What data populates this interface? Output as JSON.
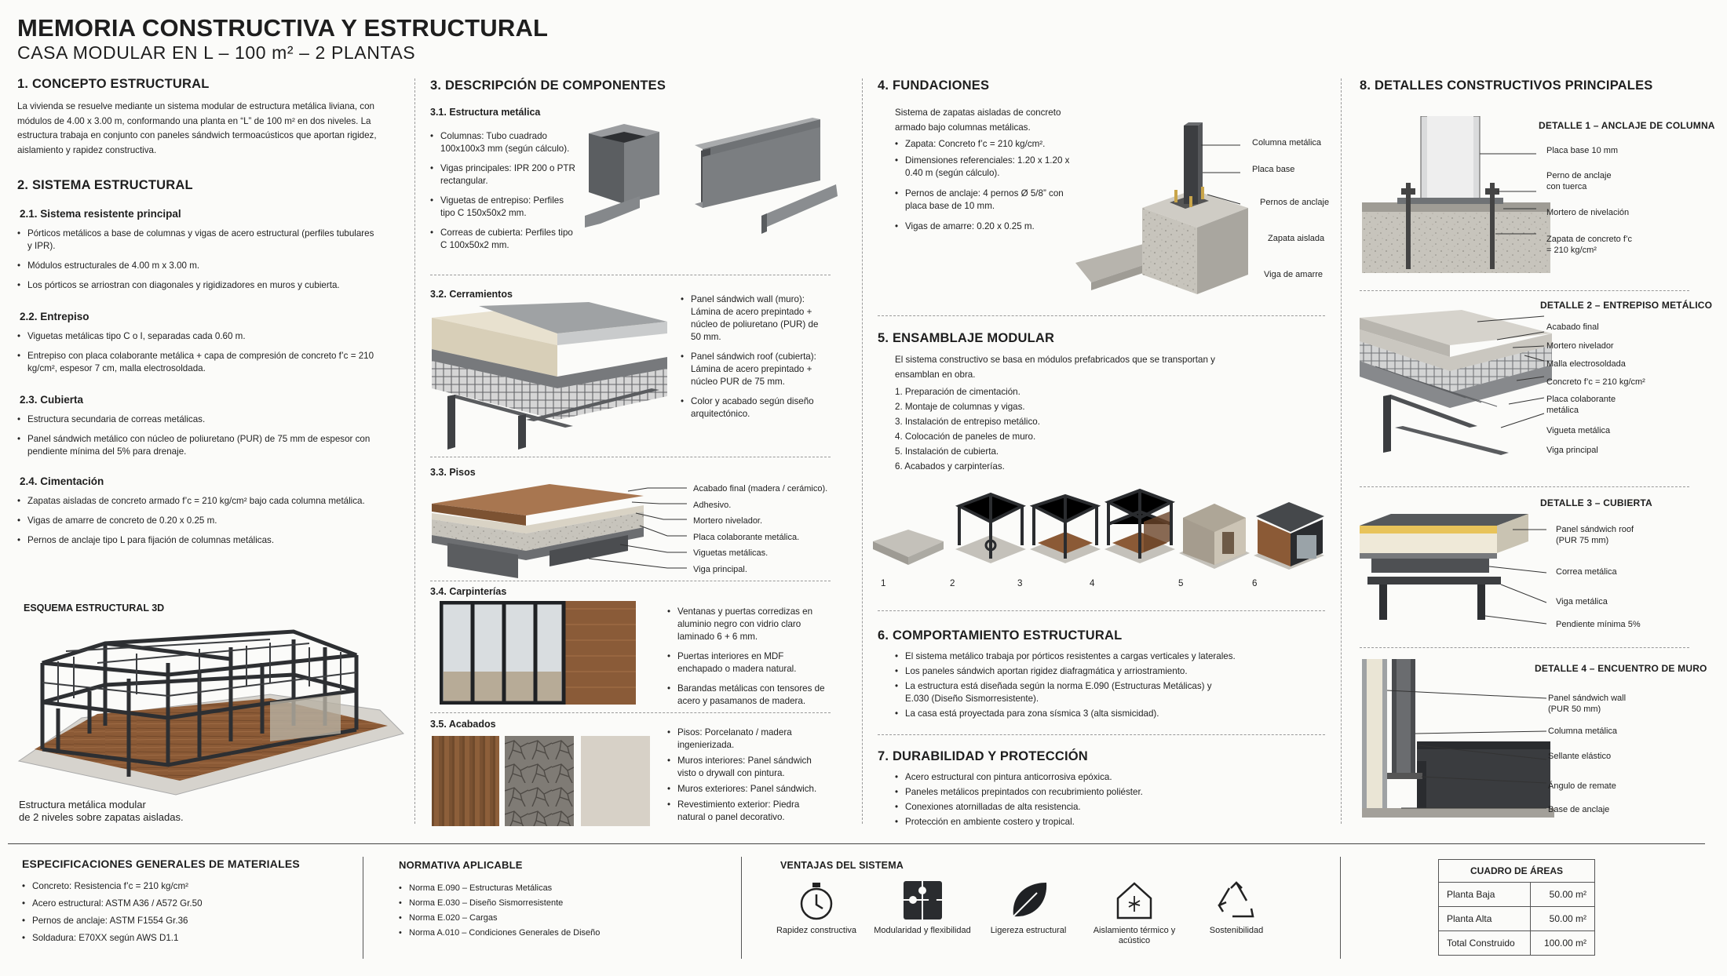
{
  "header": {
    "title": "MEMORIA CONSTRUCTIVA Y ESTRUCTURAL",
    "subtitle": "CASA MODULAR EN L – 100 m² – 2 PLANTAS"
  },
  "s1": {
    "title": "1. CONCEPTO ESTRUCTURAL",
    "body": "La vivienda se resuelve mediante un sistema modular de estructura metálica liviana, con módulos de 4.00 x 3.00 m, conformando una planta en “L” de 100 m² en dos niveles. La estructura trabaja en conjunto con paneles sándwich termoacústicos que aportan rigidez, aislamiento y rapidez constructiva."
  },
  "s2": {
    "title": "2. SISTEMA ESTRUCTURAL",
    "sub1": {
      "title": "2.1. Sistema resistente principal",
      "items": [
        "Pórticos metálicos a base de columnas y vigas de acero estructural (perfiles tubulares y IPR).",
        "Módulos estructurales de 4.00 m x 3.00 m.",
        "Los pórticos se arriostran con diagonales y rigidizadores en muros y cubierta."
      ]
    },
    "sub2": {
      "title": "2.2. Entrepiso",
      "items": [
        "Viguetas metálicas tipo C o I, separadas cada 0.60 m.",
        "Entrepiso con placa colaborante metálica + capa de compresión de concreto f’c = 210 kg/cm², espesor 7 cm, malla electrosoldada."
      ]
    },
    "sub3": {
      "title": "2.3. Cubierta",
      "items": [
        "Estructura secundaria de correas metálicas.",
        "Panel sándwich metálico con núcleo de poliuretano (PUR) de 75 mm de espesor con pendiente mínima del 5% para drenaje."
      ]
    },
    "sub4": {
      "title": "2.4. Cimentación",
      "items": [
        "Zapatas aisladas de concreto armado f’c = 210 kg/cm² bajo cada columna metálica.",
        "Vigas de amarre de concreto de 0.20 x 0.25 m.",
        "Pernos de anclaje tipo L para fijación de columnas metálicas."
      ]
    },
    "scheme_title": "ESQUEMA ESTRUCTURAL 3D",
    "scheme_caption_1": "Estructura metálica modular",
    "scheme_caption_2": "de 2 niveles sobre zapatas aisladas."
  },
  "s3": {
    "title": "3. DESCRIPCIÓN DE COMPONENTES",
    "sub1": {
      "title": "3.1. Estructura metálica",
      "items": [
        "Columnas: Tubo cuadrado 100x100x3 mm (según cálculo).",
        "Vigas principales: IPR 200 o PTR rectangular.",
        "Viguetas de entrepiso: Perfiles tipo C 150x50x2 mm.",
        "Correas de cubierta: Perfiles tipo C 100x50x2 mm."
      ]
    },
    "sub2": {
      "title": "3.2. Cerramientos",
      "items": [
        "Panel sándwich wall (muro): Lámina de acero prepintado + núcleo de poliuretano (PUR) de 50 mm.",
        "Panel sándwich roof (cubierta): Lámina de acero prepintado + núcleo PUR de 75 mm.",
        "Color y acabado según diseño arquitectónico."
      ]
    },
    "sub3": {
      "title": "3.3. Pisos",
      "labels": [
        "Acabado final (madera / cerámico).",
        "Adhesivo.",
        "Mortero nivelador.",
        "Placa colaborante metálica.",
        "Viguetas metálicas.",
        "Viga principal."
      ]
    },
    "sub4": {
      "title": "3.4. Carpinterías",
      "items": [
        "Ventanas y puertas corredizas en aluminio negro con vidrio claro laminado 6 + 6 mm.",
        "Puertas interiores en MDF enchapado o madera natural.",
        "Barandas metálicas con tensores de acero y pasamanos de madera."
      ]
    },
    "sub5": {
      "title": "3.5. Acabados",
      "items": [
        "Pisos: Porcelanato / madera ingenierizada.",
        "Muros interiores: Panel sándwich visto o drywall con pintura.",
        "Muros exteriores: Panel sándwich.",
        "Revestimiento exterior: Piedra natural o panel decorativo."
      ]
    }
  },
  "s4": {
    "title": "4. FUNDACIONES",
    "intro": "Sistema de zapatas aisladas de concreto armado bajo columnas metálicas.",
    "items": [
      "Zapata: Concreto f’c = 210 kg/cm².",
      "Dimensiones referenciales: 1.20 x 1.20 x 0.40 m (según cálculo).",
      "Pernos de anclaje: 4 pernos Ø 5/8” con placa base de 10 mm.",
      "Vigas de amarre: 0.20 x 0.25 m."
    ],
    "labels": [
      "Columna metálica",
      "Placa base",
      "Pernos de anclaje",
      "Zapata aislada",
      "Viga de amarre"
    ]
  },
  "s5": {
    "title": "5. ENSAMBLAJE MODULAR",
    "intro": "El sistema constructivo se basa en módulos prefabricados que se transportan y ensamblan en obra.",
    "steps": [
      "1. Preparación de cimentación.",
      "2. Montaje de columnas y vigas.",
      "3. Instalación de entrepiso metálico.",
      "4. Colocación de paneles de muro.",
      "5. Instalación de cubierta.",
      "6. Acabados y carpinterías."
    ],
    "nums": [
      "1",
      "2",
      "3",
      "4",
      "5",
      "6"
    ]
  },
  "s6": {
    "title": "6. COMPORTAMIENTO ESTRUCTURAL",
    "items": [
      "El sistema metálico trabaja por pórticos resistentes a cargas verticales y laterales.",
      "Los paneles sándwich aportan rigidez diafragmática y arriostramiento.",
      "La estructura está diseñada según la norma E.090 (Estructuras Metálicas) y E.030 (Diseño Sismorresistente).",
      "La casa está proyectada para zona sísmica 3 (alta sismicidad)."
    ]
  },
  "s7": {
    "title": "7. DURABILIDAD Y PROTECCIÓN",
    "items": [
      "Acero estructural con pintura anticorrosiva epóxica.",
      "Paneles metálicos prepintados con recubrimiento poliéster.",
      "Conexiones atornilladas de alta resistencia.",
      "Protección en ambiente costero y tropical."
    ]
  },
  "s8": {
    "title": "8. DETALLES CONSTRUCTIVOS PRINCIPALES",
    "d1": {
      "title": "DETALLE 1 – ANCLAJE DE COLUMNA",
      "labels": [
        "Placa base 10 mm",
        "Perno de anclaje con tuerca",
        "Mortero de nivelación",
        "Zapata de concreto f’c = 210 kg/cm²"
      ]
    },
    "d2": {
      "title": "DETALLE 2 – ENTREPISO METÁLICO",
      "labels": [
        "Acabado final",
        "Mortero nivelador",
        "Malla electrosoldada",
        "Concreto f’c = 210 kg/cm²",
        "Placa colaborante metálica",
        "Vigueta metálica",
        "Viga principal"
      ]
    },
    "d3": {
      "title": "DETALLE 3 – CUBIERTA",
      "labels": [
        "Panel sándwich roof (PUR 75 mm)",
        "Correa metálica",
        "Viga metálica",
        "Pendiente mínima 5%"
      ]
    },
    "d4": {
      "title": "DETALLE 4 – ENCUENTRO DE MURO",
      "labels": [
        "Panel sándwich wall (PUR 50 mm)",
        "Columna metálica",
        "Sellante elástico",
        "Ángulo de remate",
        "Base de anclaje"
      ]
    }
  },
  "footer": {
    "spec": {
      "title": "ESPECIFICACIONES GENERALES DE MATERIALES",
      "items": [
        "Concreto: Resistencia f’c = 210 kg/cm²",
        "Acero estructural: ASTM A36 / A572 Gr.50",
        "Pernos de anclaje: ASTM F1554 Gr.36",
        "Soldadura: E70XX según AWS D1.1"
      ]
    },
    "norm": {
      "title": "NORMATIVA APLICABLE",
      "items": [
        "Norma E.090 – Estructuras Metálicas",
        "Norma E.030 – Diseño Sismorresistente",
        "Norma E.020 – Cargas",
        "Norma A.010 – Condiciones Generales de Diseño"
      ]
    },
    "adv": {
      "title": "VENTAJAS DEL SISTEMA",
      "items": [
        {
          "label": "Rapidez constructiva",
          "icon": "stopwatch-icon"
        },
        {
          "label": "Modularidad y flexibilidad",
          "icon": "puzzle-icon"
        },
        {
          "label": "Ligereza estructural",
          "icon": "leaf-icon"
        },
        {
          "label": "Aislamiento térmico y acústico",
          "icon": "house-insulation-icon"
        },
        {
          "label": "Sostenibilidad",
          "icon": "recycle-icon"
        }
      ]
    },
    "areas": {
      "title": "CUADRO DE ÁREAS",
      "rows": [
        {
          "name": "Planta Baja",
          "value": "50.00 m²"
        },
        {
          "name": "Planta Alta",
          "value": "50.00 m²"
        },
        {
          "name": "Total Construido",
          "value": "100.00 m²"
        }
      ]
    }
  },
  "colors": {
    "steel": "#6f7275",
    "steel_dark": "#2e3033",
    "concrete": "#b9b6ae",
    "wood": "#8a5a35",
    "ink": "#1e1e1e"
  }
}
